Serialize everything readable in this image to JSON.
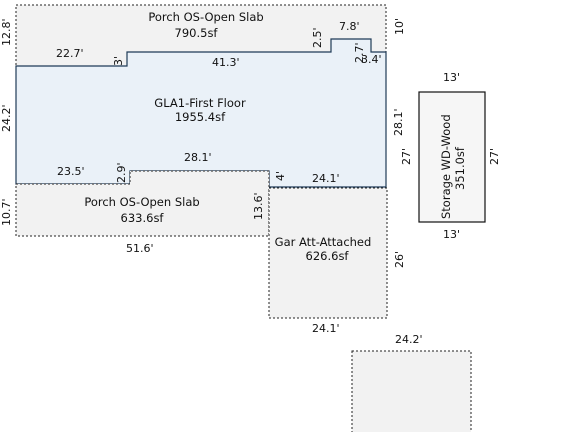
{
  "areas": {
    "porch_top": {
      "title": "Porch OS-Open Slab",
      "value": "790.5sf"
    },
    "gla1": {
      "title": "GLA1-First Floor",
      "value": "1955.4sf"
    },
    "porch_bottom": {
      "title": "Porch OS-Open Slab",
      "value": "633.6sf"
    },
    "garage": {
      "title": "Gar Att-Attached",
      "value": "626.6sf"
    },
    "storage": {
      "title": "Storage WD-Wood",
      "value": "351.0sf"
    }
  },
  "dims": {
    "porch_top_left": "12.8'",
    "porch_top_right": "10'",
    "notch_width": "7.8'",
    "notch_left_h": "2.5'",
    "notch_right_h": "2.7'",
    "right_step": "3.4'",
    "top_left_run": "22.7'",
    "step_left": "3'",
    "top_main_run": "41.3'",
    "gla_left": "24.2'",
    "gla_right": "28.1'",
    "bottom_left_run": "23.5'",
    "bottom_step": "2.9'",
    "bottom_mid_run": "28.1'",
    "gar_step": "4'",
    "gla_bottom_right": "24.1'",
    "porch_bottom_left": "10.7'",
    "porch_bottom_right": "13.6'",
    "porch_bottom_width": "51.6'",
    "garage_right": "26'",
    "garage_bottom": "24.1'",
    "storage_top": "13'",
    "storage_left": "27'",
    "storage_right": "27'",
    "storage_bottom": "13'",
    "extra_top": "24.2'"
  }
}
